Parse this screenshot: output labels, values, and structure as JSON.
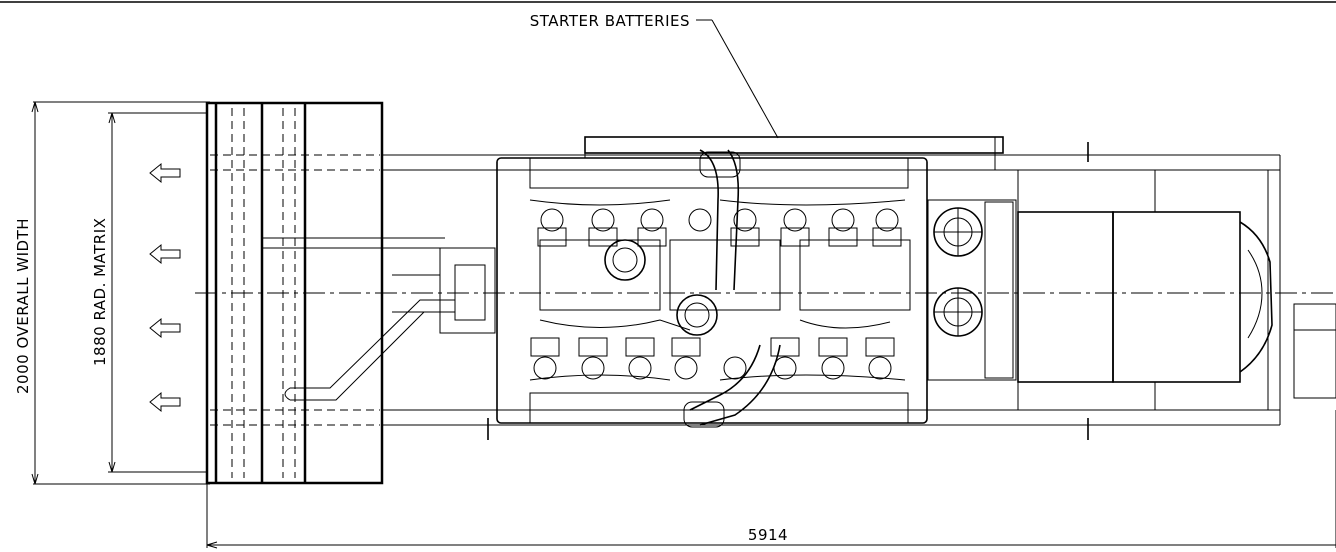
{
  "labels": {
    "callout": "STARTER BATTERIES",
    "overall_width": "2000 OVERALL WIDTH",
    "rad_matrix": "1880 RAD. MATRIX",
    "overall_length": "5914"
  },
  "icons": {
    "airflow": "airflow-arrow-icon"
  }
}
